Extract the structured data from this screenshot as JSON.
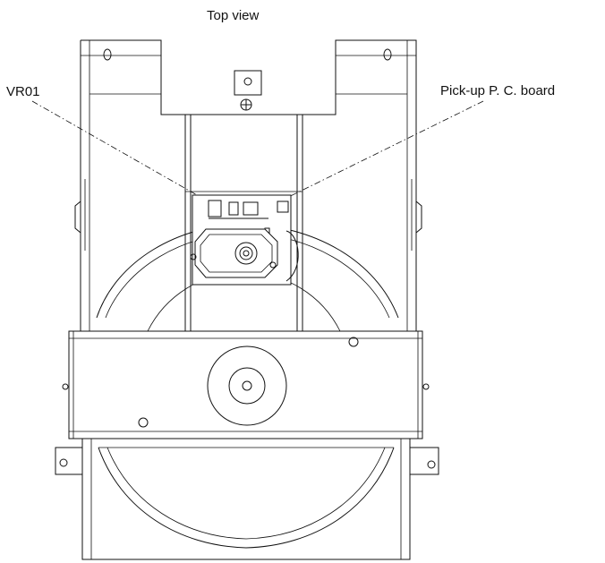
{
  "diagram": {
    "view_title": "Top view",
    "callouts": {
      "vr01": "VR01",
      "pickup_board": "Pick-up P. C. board"
    }
  }
}
